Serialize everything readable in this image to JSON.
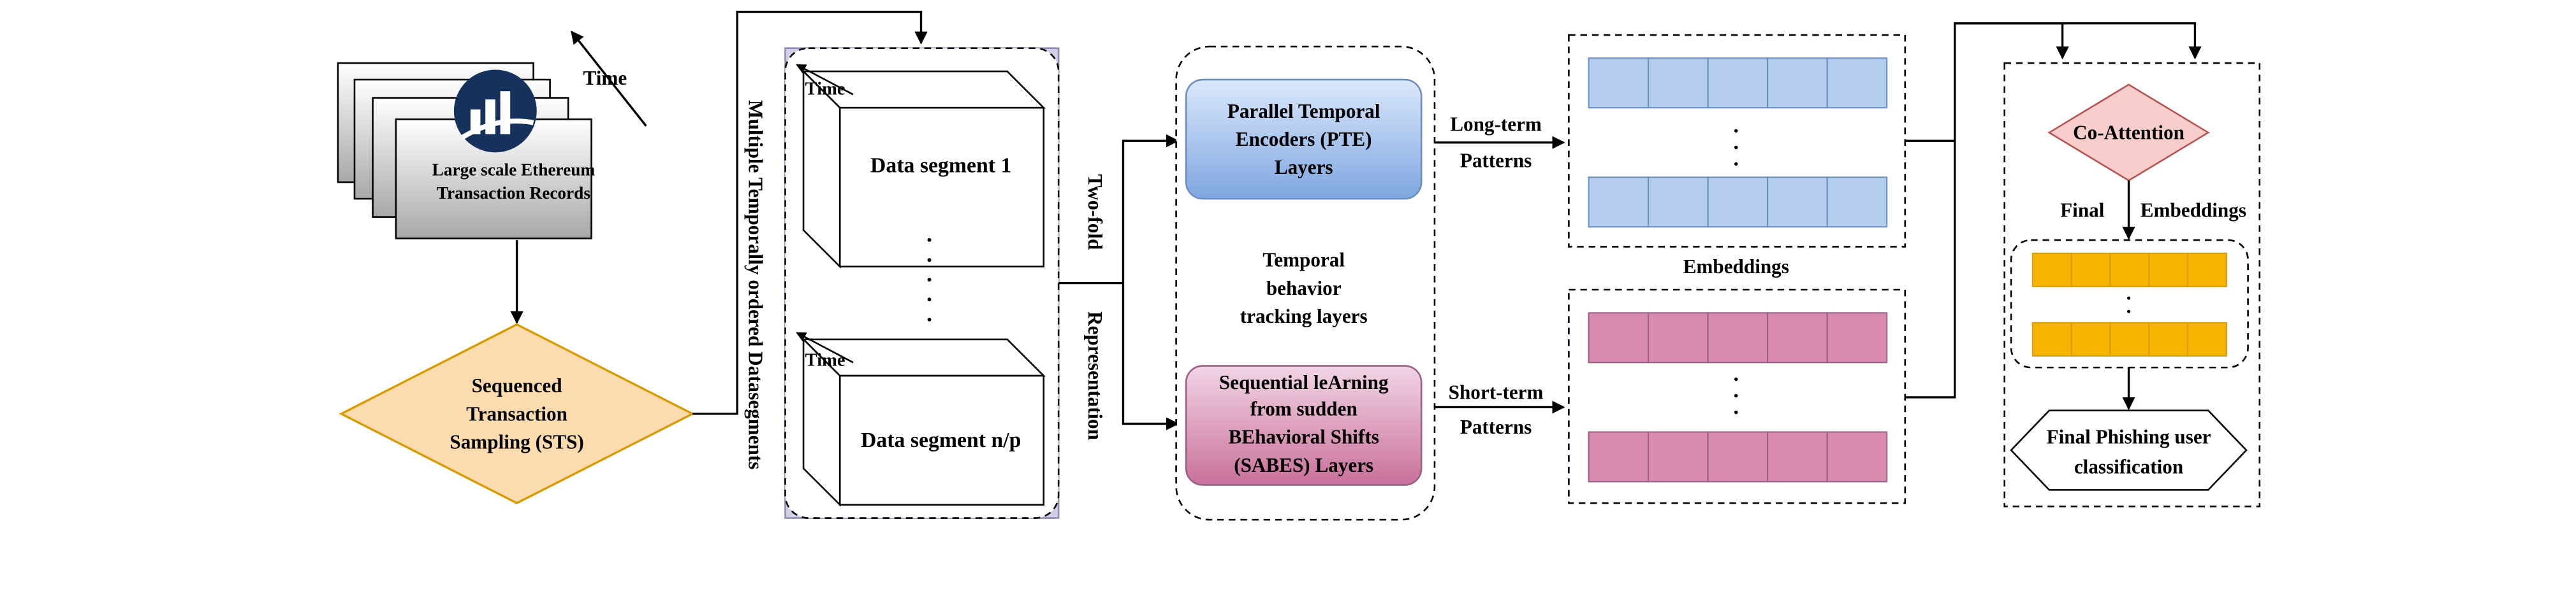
{
  "records": {
    "time_label": "Time",
    "title_line1": "Large scale Ethereum",
    "title_line2": "Transaction Records"
  },
  "sts": {
    "line1": "Sequenced",
    "line2": "Transaction",
    "line3": "Sampling (STS)"
  },
  "datasegments": {
    "vertical_label": "Multiple Temporally ordered Datasegments",
    "time_label_top": "Time",
    "time_label_bottom": "Time",
    "segment1": "Data segment 1",
    "segment_n": "Data segment n/p",
    "ellipsis": "."
  },
  "two_fold": {
    "line1": "Two-fold",
    "line2": "Representation"
  },
  "tracking": {
    "pte_line1": "Parallel Temporal",
    "pte_line2": "Encoders (PTE)",
    "pte_line3": "Layers",
    "caption_line1": "Temporal",
    "caption_line2": "behavior",
    "caption_line3": "tracking layers",
    "sabes_line1": "Sequential leArning",
    "sabes_line2": "from sudden",
    "sabes_line3": "BEhavioral Shifts",
    "sabes_line4": "(SABES) Layers"
  },
  "patterns": {
    "long_line1": "Long-term",
    "long_line2": "Patterns",
    "short_line1": "Short-term",
    "short_line2": "Patterns"
  },
  "embeddings": {
    "label": "Embeddings"
  },
  "final_stage": {
    "co_attention": "Co-Attention",
    "final_label": "Final",
    "embeddings_label": "Embeddings",
    "classification_line1": "Final Phishing user",
    "classification_line2": "classification"
  },
  "colors": {
    "sts_fill": "#fcdcae",
    "sts_stroke": "#d79b00",
    "blue_fill": "#b4cdee",
    "blue_stroke": "#6c8ebf",
    "pink_fill": "#d98cb0",
    "pink_stroke": "#996185",
    "orange_fill": "#f5b400",
    "orange_stroke": "#d79b00",
    "co_fill": "#f8cecc",
    "co_stroke": "#b85450",
    "segment_bg": "#d0cfe6",
    "logo": "#16325c"
  }
}
